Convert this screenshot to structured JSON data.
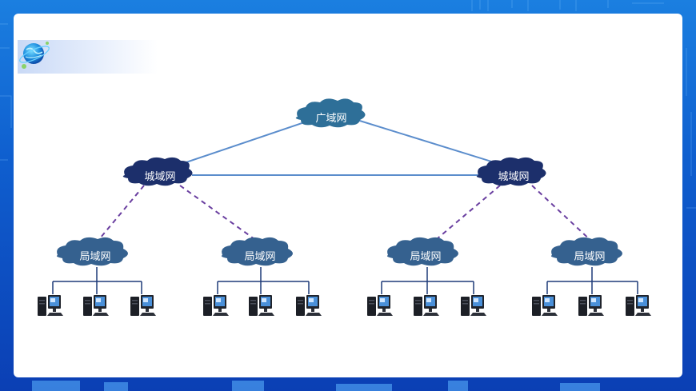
{
  "colors": {
    "background": "#1565d8",
    "slide": "#ffffff",
    "wan_cloud": "#2e6f98",
    "man_cloud": "#1c2f6b",
    "lan_cloud": "#35618f",
    "solid_link": "#5b8dcc",
    "dashed_link": "#6a3fa0",
    "lan_wire": "#1e3a78"
  },
  "icons": [
    "globe-icon",
    "computer-icon"
  ],
  "diagram": {
    "wan": {
      "label": "广域网"
    },
    "man": [
      {
        "label": "城域网"
      },
      {
        "label": "城域网"
      }
    ],
    "lan": [
      {
        "label": "局域网",
        "computers": 3
      },
      {
        "label": "局域网",
        "computers": 3
      },
      {
        "label": "局域网",
        "computers": 3
      },
      {
        "label": "局域网",
        "computers": 3
      }
    ]
  }
}
